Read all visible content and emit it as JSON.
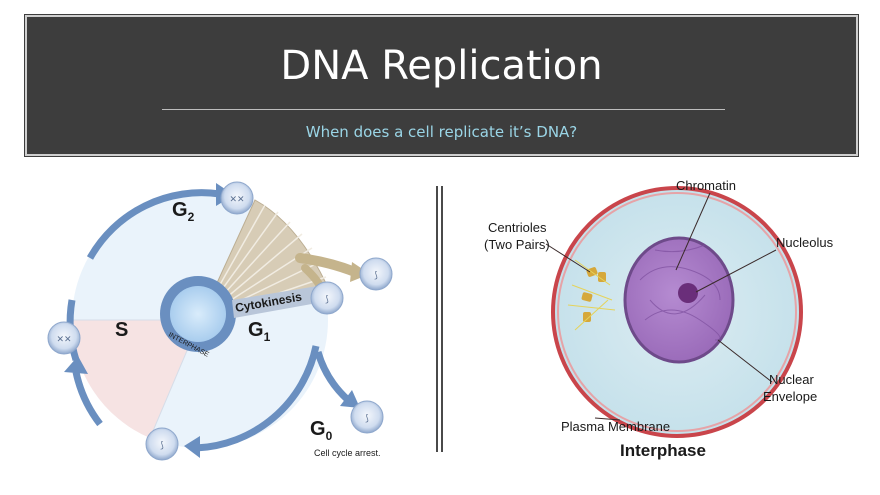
{
  "slide": {
    "title": "DNA Replication",
    "subtitle": "When does a cell replicate it’s DNA?"
  },
  "cell_cycle": {
    "g2": "G",
    "g2_sub": "2",
    "s": "S",
    "g1": "G",
    "g1_sub": "1",
    "g0": "G",
    "g0_sub": "0",
    "cytokinesis": "Cytokinesis",
    "interphase": "INTERPHASE",
    "g0_caption": "Cell cycle arrest."
  },
  "cell": {
    "chromatin": "Chromatin",
    "centrioles_line1": "Centrioles",
    "centrioles_line2": "(Two Pairs)",
    "nucleolus": "Nucleolus",
    "nuclear_line1": "Nuclear",
    "nuclear_line2": "Envelope",
    "plasma_membrane": "Plasma Membrane",
    "caption": "Interphase"
  },
  "colors": {
    "cycle_blue": "#6a8fc0",
    "s_pink": "#f6e3e3",
    "g_light": "#eaf3fb",
    "mitosis_tan": "#d7ccb6",
    "cytoplasm": "#cfe7ef",
    "nucleus": "#a87bc6",
    "membrane": "#c9454b"
  }
}
